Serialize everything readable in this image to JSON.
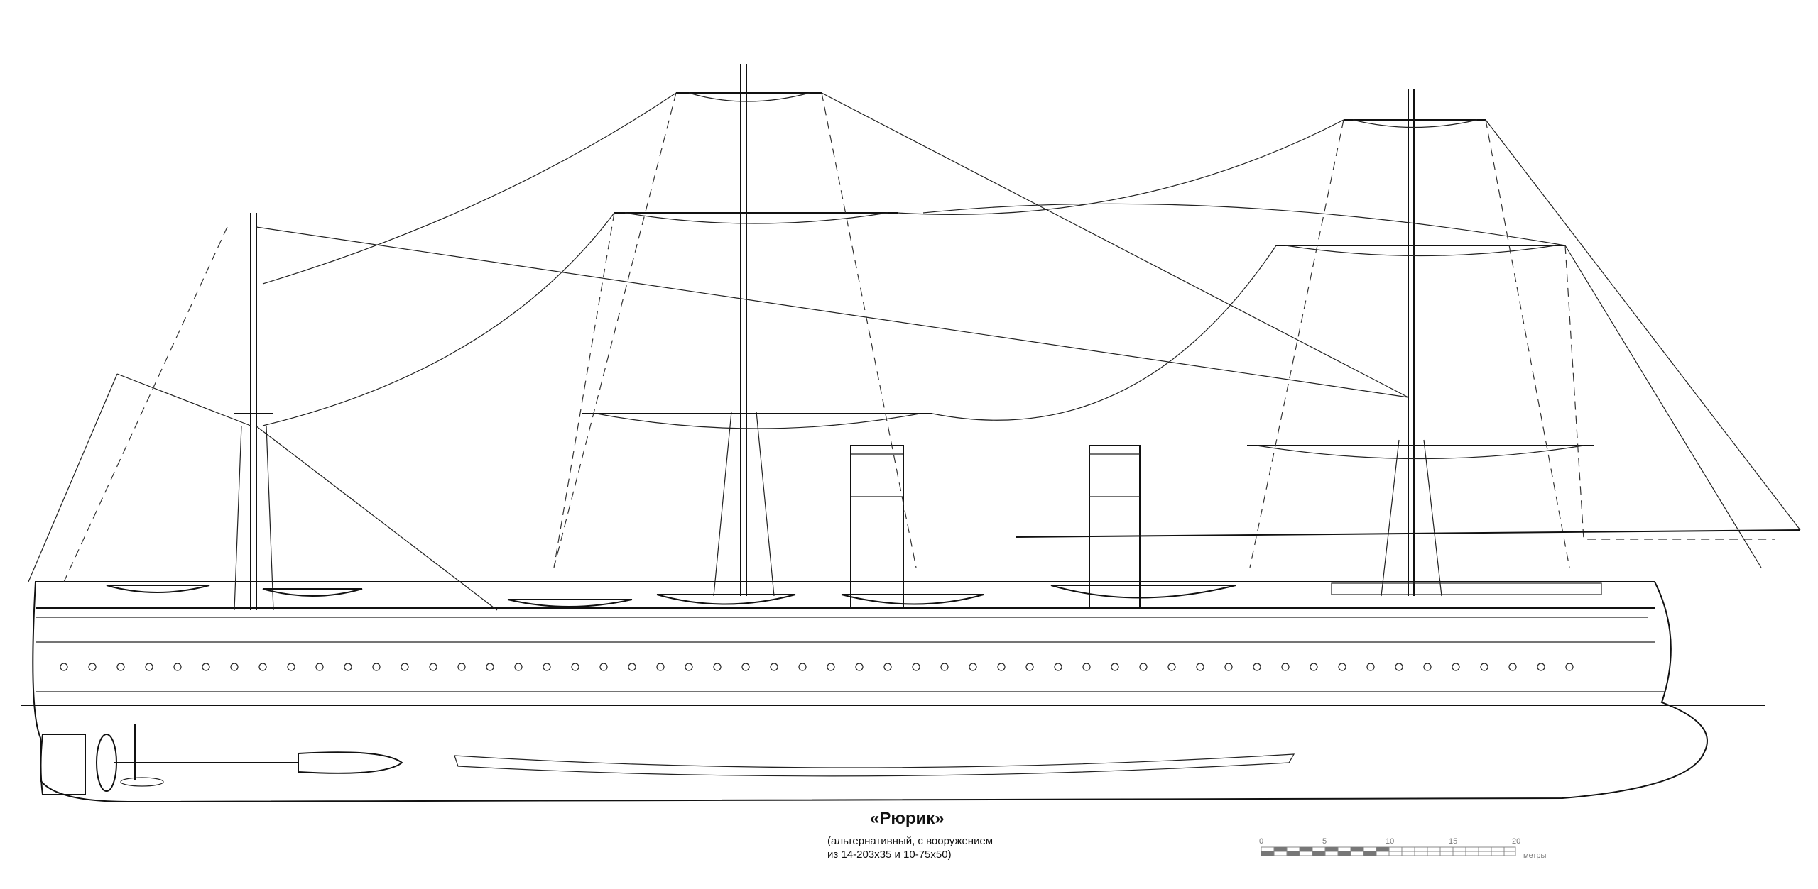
{
  "caption": {
    "title": "«Рюрик»",
    "subtitle_line1": "(альтернативный, с вооружением",
    "subtitle_line2": "из 14-203x35 и 10-75x50)"
  },
  "scale_bar": {
    "ticks": [
      "0",
      "5",
      "10",
      "15",
      "20"
    ],
    "unit": "метры"
  },
  "colors": {
    "ink": "#111111",
    "background": "#ffffff"
  }
}
